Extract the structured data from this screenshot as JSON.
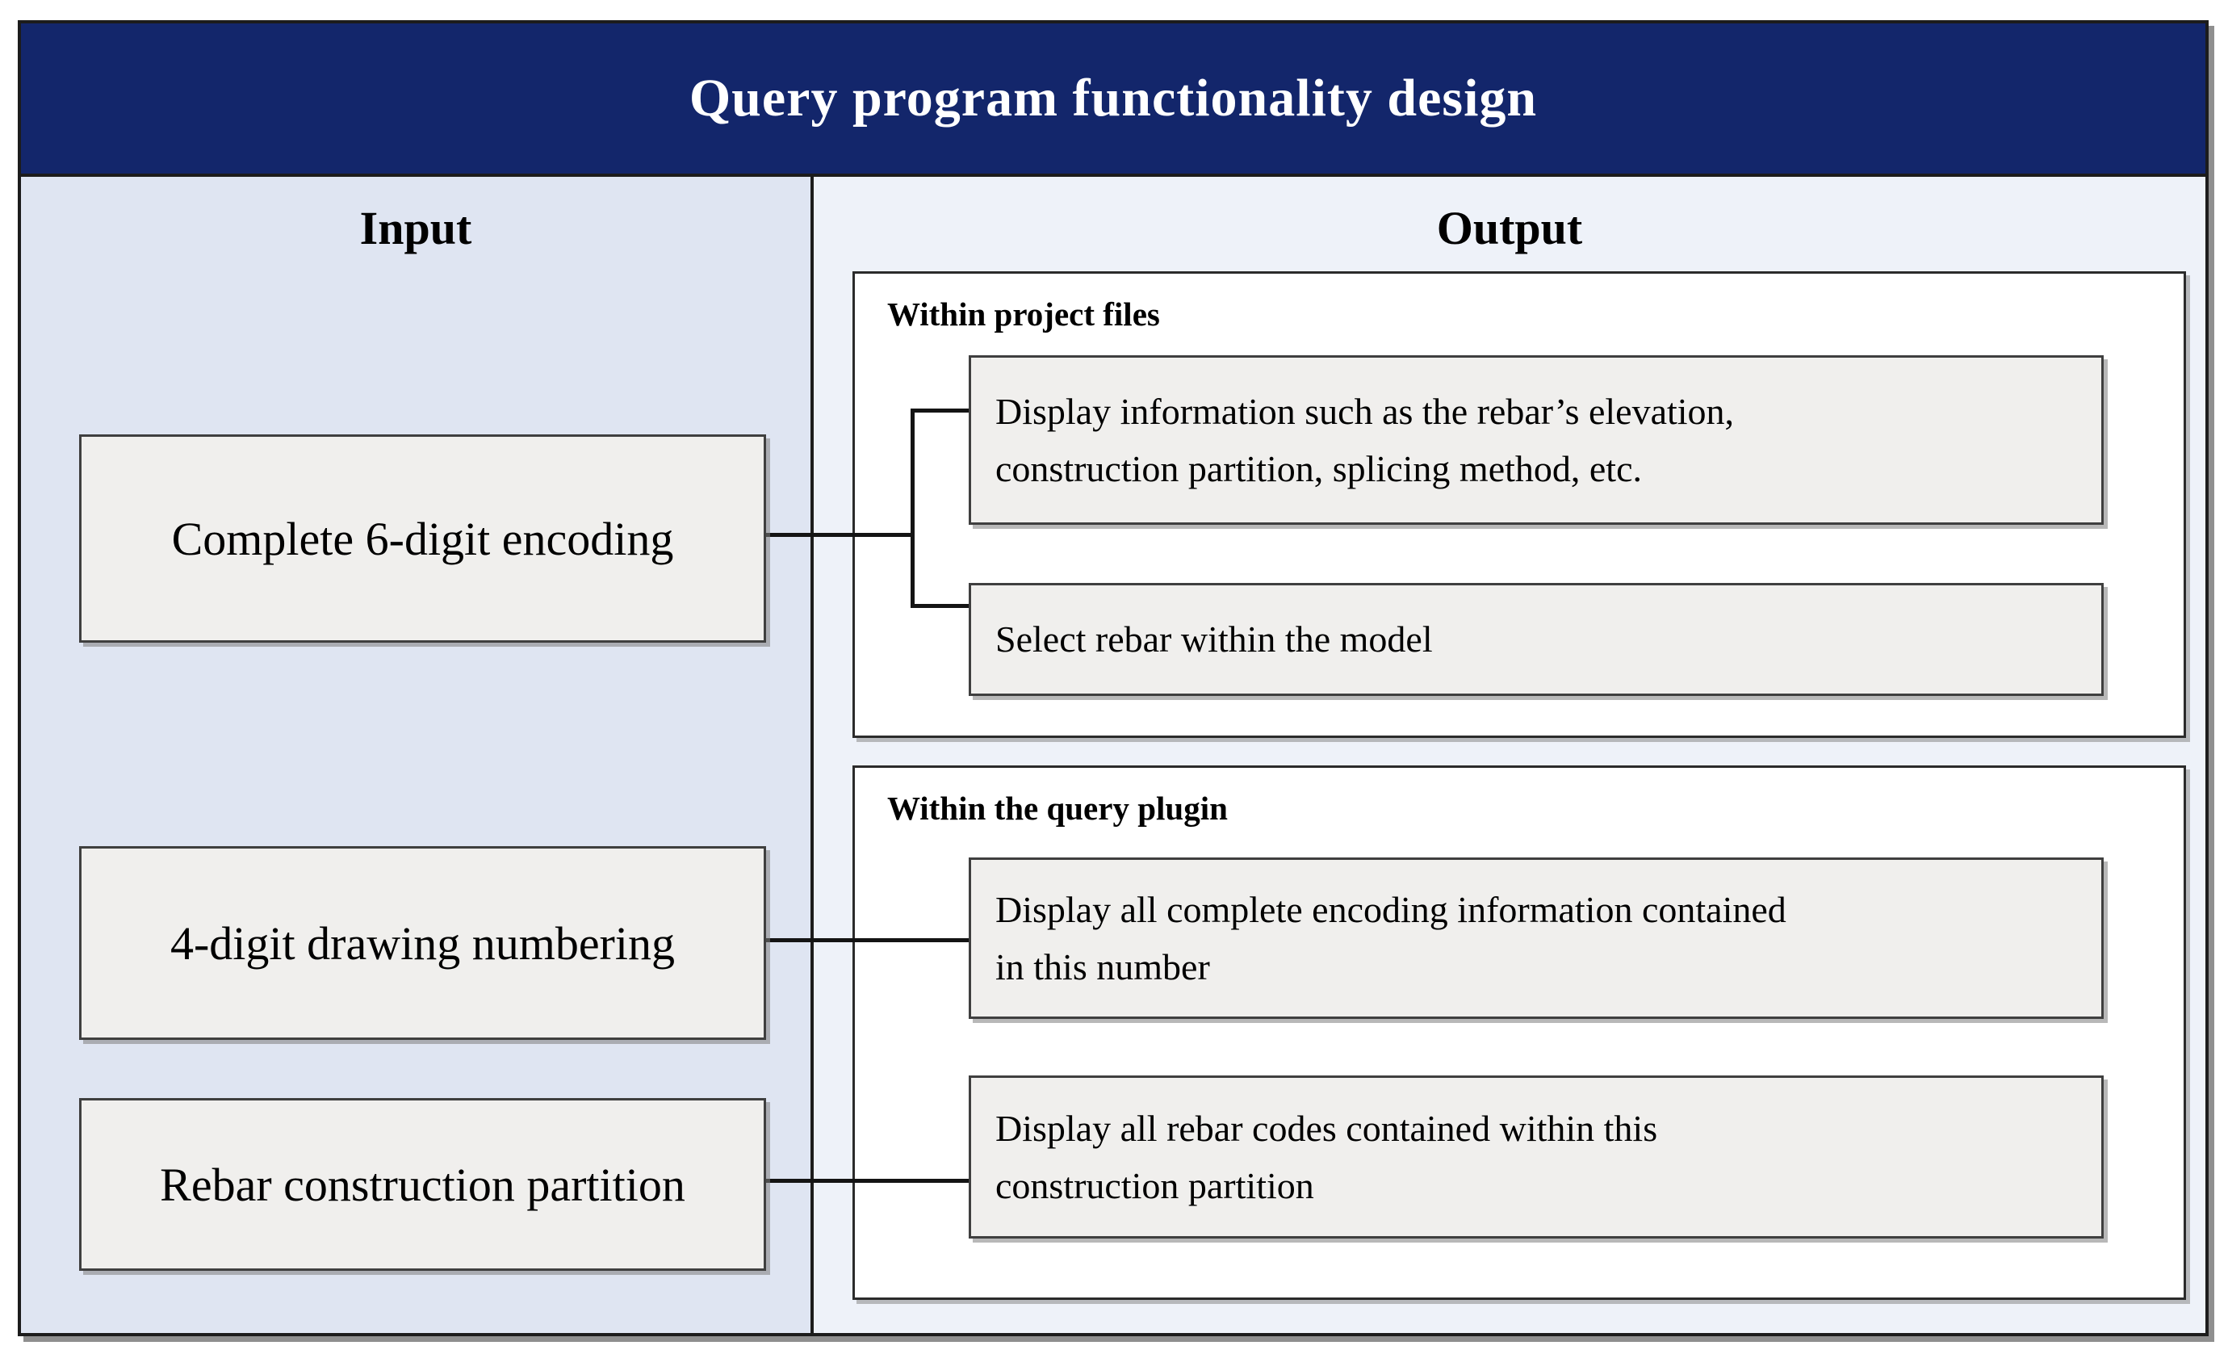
{
  "title": "Query program functionality design",
  "colors": {
    "header_bg": "#13266b",
    "header_text": "#ffffff",
    "input_column_bg": "#dfe5f2",
    "output_column_bg": "#eef2f9",
    "box_bg": "#f0efed",
    "box_border": "#3f3f3f",
    "frame_border": "#1c1c1c",
    "connector": "#141414",
    "text": "#000000"
  },
  "input": {
    "heading": "Input",
    "items": [
      {
        "label": "Complete 6-digit encoding"
      },
      {
        "label": "4-digit drawing numbering"
      },
      {
        "label": "Rebar construction partition"
      }
    ]
  },
  "output": {
    "heading": "Output",
    "groups": [
      {
        "heading": "Within project files",
        "items": [
          {
            "label": "Display information such as the rebar’s elevation, construction partition, splicing method, etc.",
            "lines": [
              "Display information such as the rebar’s elevation,",
              "construction partition, splicing method, etc."
            ]
          },
          {
            "label": "Select rebar within the model",
            "lines": [
              "Select rebar within the model"
            ]
          }
        ]
      },
      {
        "heading": "Within the query plugin",
        "items": [
          {
            "label": "Display all complete encoding information contained in this number",
            "lines": [
              "Display all complete encoding information contained",
              "in this number"
            ]
          },
          {
            "label": "Display all rebar codes contained within this construction partition",
            "lines": [
              "Display all rebar codes contained within this",
              "construction partition"
            ]
          }
        ]
      }
    ]
  }
}
